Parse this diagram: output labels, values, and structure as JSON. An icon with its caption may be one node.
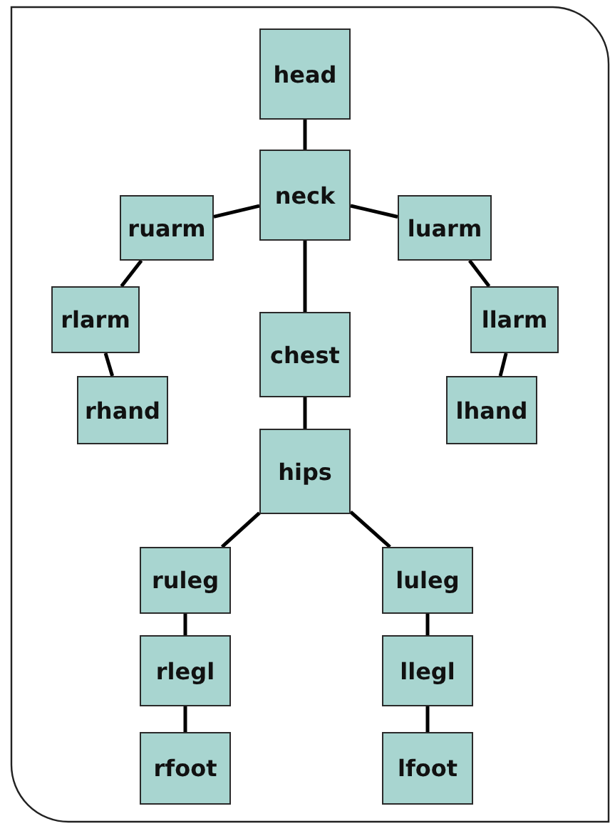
{
  "diagram": {
    "nodes": [
      {
        "text": [
          "head"
        ]
      },
      {
        "text": [
          "neck"
        ]
      },
      {
        "text": [
          "ruarm"
        ]
      },
      {
        "text": [
          "luarm"
        ]
      },
      {
        "text": [
          "rlarm"
        ]
      },
      {
        "text": [
          "chest"
        ]
      },
      {
        "text": [
          "llarm"
        ]
      },
      {
        "text": [
          "rhand"
        ]
      },
      {
        "text": [
          "lhand"
        ]
      },
      {
        "text": [
          "hips"
        ]
      },
      {
        "text": [
          "ruleg"
        ]
      },
      {
        "text": [
          "luleg"
        ]
      },
      {
        "text": [
          "rlegl"
        ]
      },
      {
        "text": [
          "llegl"
        ]
      },
      {
        "text": [
          "rfoot"
        ]
      },
      {
        "text": [
          "lfoot"
        ]
      }
    ],
    "edges": [
      {
        "from": 0,
        "to": 1,
        "arrow": "none"
      },
      {
        "from": 1,
        "to": 2,
        "arrow": "none"
      },
      {
        "from": 1,
        "to": 3,
        "arrow": "none"
      },
      {
        "from": 2,
        "to": 4,
        "arrow": "none"
      },
      {
        "from": 4,
        "to": 7,
        "arrow": "none"
      },
      {
        "from": 3,
        "to": 6,
        "arrow": "none"
      },
      {
        "from": 6,
        "to": 8,
        "arrow": "none"
      },
      {
        "from": 1,
        "to": 5,
        "arrow": "none"
      },
      {
        "from": 5,
        "to": 9,
        "arrow": "none"
      },
      {
        "from": 9,
        "to": 10,
        "arrow": "none"
      },
      {
        "from": 9,
        "to": 11,
        "arrow": "none"
      },
      {
        "from": 10,
        "to": 12,
        "arrow": "none"
      },
      {
        "from": 12,
        "to": 14,
        "arrow": "none"
      },
      {
        "from": 11,
        "to": 13,
        "arrow": "none"
      },
      {
        "from": 13,
        "to": 15,
        "arrow": "none"
      }
    ]
  }
}
